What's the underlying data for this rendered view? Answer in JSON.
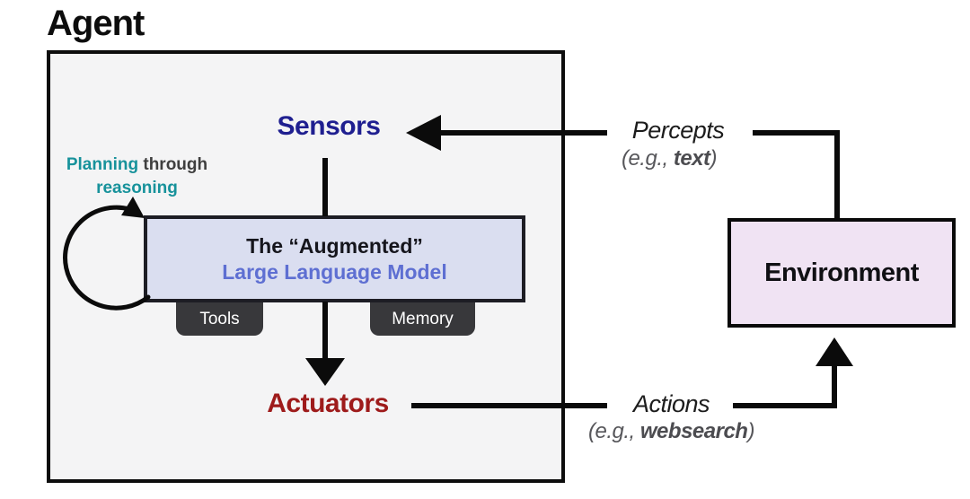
{
  "title": "Agent",
  "agent": {
    "sensors_label": "Sensors",
    "actuators_label": "Actuators",
    "planning": {
      "word1_teal": "Planning",
      "word2_gray": "through",
      "line2_teal": "reasoning"
    },
    "llm_box": {
      "line1": "The “Augmented”",
      "line2": "Large Language Model"
    },
    "tabs": [
      {
        "label": "Tools"
      },
      {
        "label": "Memory"
      }
    ]
  },
  "environment": {
    "label": "Environment"
  },
  "percepts": {
    "label": "Percepts",
    "example_prefix": "(e.g., ",
    "example_bold": "text",
    "example_suffix": ")"
  },
  "actions": {
    "label": "Actions",
    "example_prefix": "(e.g., ",
    "example_bold": "websearch",
    "example_suffix": ")"
  },
  "colors": {
    "sensors": "#1f1f90",
    "actuators": "#9e1b1b",
    "planning_teal": "#17929b",
    "llm_fill": "#dadef0",
    "llm_text_accent": "#5e6fd2",
    "tab_fill": "#38383b",
    "environment_fill": "#f0e3f3",
    "agent_fill": "#f4f4f5",
    "wire": "#0b0b0b"
  }
}
